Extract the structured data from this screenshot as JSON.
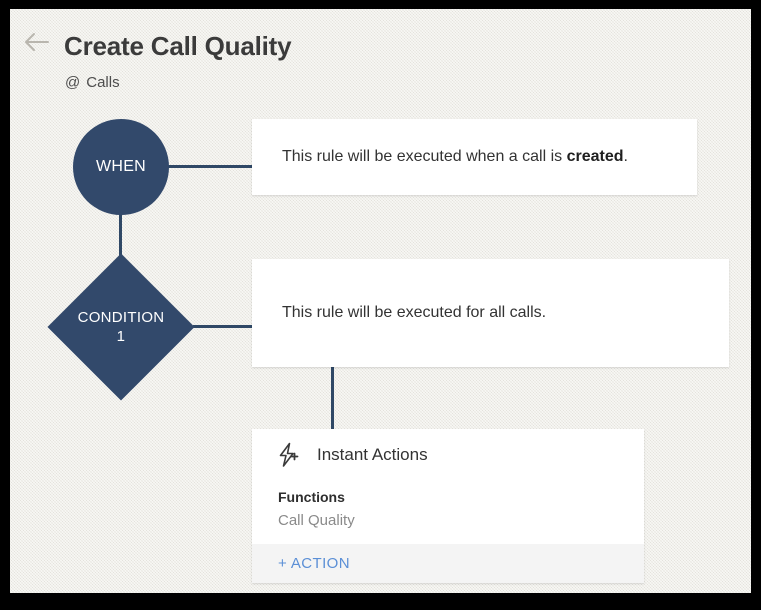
{
  "header": {
    "back_icon": "back-arrow-icon",
    "title": "Create Call Quality",
    "subtitle_at": "@",
    "subtitle_object": "Calls"
  },
  "flow": {
    "when_node": {
      "label": "WHEN",
      "shape": "circle",
      "color": "#32496b"
    },
    "condition_node": {
      "label_line1": "CONDITION",
      "label_line2": "1",
      "shape": "diamond",
      "color": "#32496b"
    },
    "when_card": {
      "text_before": "This rule will be executed when a call is ",
      "text_bold": "created",
      "text_after": "."
    },
    "condition_card": {
      "text": "This rule will be executed for all calls."
    },
    "actions_card": {
      "icon": "lightning-bolt-plus-icon",
      "title": "Instant Actions",
      "functions_label": "Functions",
      "functions_value": "Call Quality",
      "add_action_label": "+ ACTION",
      "link_color": "#5b8fd6"
    }
  },
  "theme": {
    "canvas_background": "#edebe4",
    "node_color": "#32496b",
    "connector_color": "#2f4866",
    "card_background": "#ffffff",
    "footer_background": "#f4f4f4"
  }
}
